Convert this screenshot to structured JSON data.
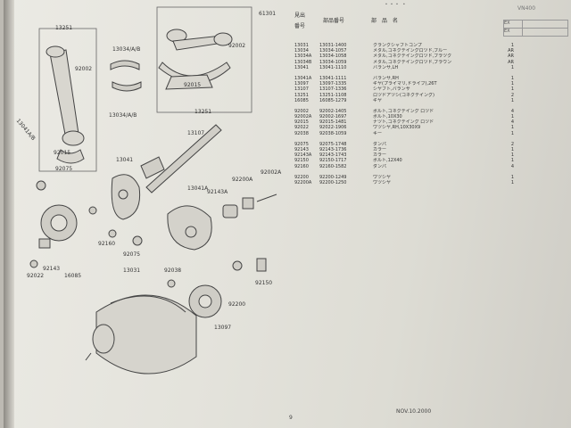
{
  "header": {
    "col_qty_top": "見出",
    "col_ref": "番号",
    "col_partno": "部品番号",
    "col_name": "部　品　名",
    "model": "VN400",
    "top_mark": "・・・ ・"
  },
  "rows": [
    {
      "ref": "13031",
      "part": "13031-1400",
      "name": "クランクシャフトコンプ",
      "qty": "1"
    },
    {
      "ref": "13034",
      "part": "13034-1057",
      "name": "メタル,コネクテイングロツド,ブルー",
      "qty": "AR"
    },
    {
      "ref": "13034A",
      "part": "13034-1058",
      "name": "メタル,コネクテイングロツド,ブラツク",
      "qty": "AR"
    },
    {
      "ref": "13034B",
      "part": "13034-1059",
      "name": "メタル,コネクテイングロツド,ブラウン",
      "qty": "AR"
    },
    {
      "ref": "13041",
      "part": "13041-1110",
      "name": "バランサ,LH",
      "qty": "1"
    },
    {
      "gap": true
    },
    {
      "ref": "13041A",
      "part": "13041-1111",
      "name": "バランサ,RH",
      "qty": "1"
    },
    {
      "ref": "13097",
      "part": "13097-1335",
      "name": "ギヤ(プライマリ,ドライブ),26T",
      "qty": "1"
    },
    {
      "ref": "13107",
      "part": "13107-1336",
      "name": "シヤフト,バランサ",
      "qty": "1"
    },
    {
      "ref": "13251",
      "part": "13251-1108",
      "name": "ロツドアツシ(コネクテイング)",
      "qty": "2"
    },
    {
      "ref": "16085",
      "part": "16085-1279",
      "name": "ギヤ",
      "qty": "1"
    },
    {
      "gap": true
    },
    {
      "ref": "92002",
      "part": "92002-1405",
      "name": "ボルト,コネクテイング ロツド",
      "qty": "4"
    },
    {
      "ref": "92002A",
      "part": "92002-1697",
      "name": "ボルト,10X30",
      "qty": "1"
    },
    {
      "ref": "92015",
      "part": "92015-1481",
      "name": "ナツト,コネクテイング ロツド",
      "qty": "4"
    },
    {
      "ref": "92022",
      "part": "92022-1906",
      "name": "ワツシヤ,RH,10X30X9",
      "qty": "1"
    },
    {
      "ref": "92038",
      "part": "92038-1059",
      "name": "キー",
      "qty": "1"
    },
    {
      "gap": true
    },
    {
      "ref": "92075",
      "part": "92075-1748",
      "name": "ダンパ",
      "qty": "2"
    },
    {
      "ref": "92143",
      "part": "92143-1736",
      "name": "カラー",
      "qty": "1"
    },
    {
      "ref": "92143A",
      "part": "92143-1743",
      "name": "カラー",
      "qty": "1"
    },
    {
      "ref": "92150",
      "part": "92150-1717",
      "name": "ボルト,12X40",
      "qty": "1"
    },
    {
      "ref": "92160",
      "part": "92160-1582",
      "name": "ダンパ",
      "qty": "4"
    },
    {
      "gap": true
    },
    {
      "ref": "92200",
      "part": "92200-1249",
      "name": "ワツシヤ",
      "qty": "1"
    },
    {
      "ref": "92200A",
      "part": "92200-1250",
      "name": "ワツシヤ",
      "qty": "1"
    }
  ],
  "hdr_grid": {
    "r1": "EX",
    "r2": "EX"
  },
  "diagram_labels": {
    "l13251_top": "13251",
    "l92002_a": "92002",
    "l13034_a": "13034/A/B",
    "l13034_b": "13034/A/B",
    "l92015_a": "92015",
    "l92015_b": "92015",
    "l92002_b": "92002",
    "l13251_b": "13251",
    "l61301": "61301",
    "l13107": "13107",
    "l13041": "13041",
    "l13041A": "13041A",
    "l92002A": "92002A",
    "l92200A": "92200A",
    "l92143A": "92143A",
    "l92075": "92075",
    "l92075b": "92075",
    "l92160": "92160",
    "l92143": "92143",
    "l16085": "16085",
    "l92022": "92022",
    "l13031": "13031",
    "l92038": "92038",
    "l92200": "92200",
    "l92150": "92150",
    "l13097": "13097",
    "l13041side": "13041A/B"
  },
  "footer": {
    "date": "NOV.10.2000",
    "page": "9"
  }
}
